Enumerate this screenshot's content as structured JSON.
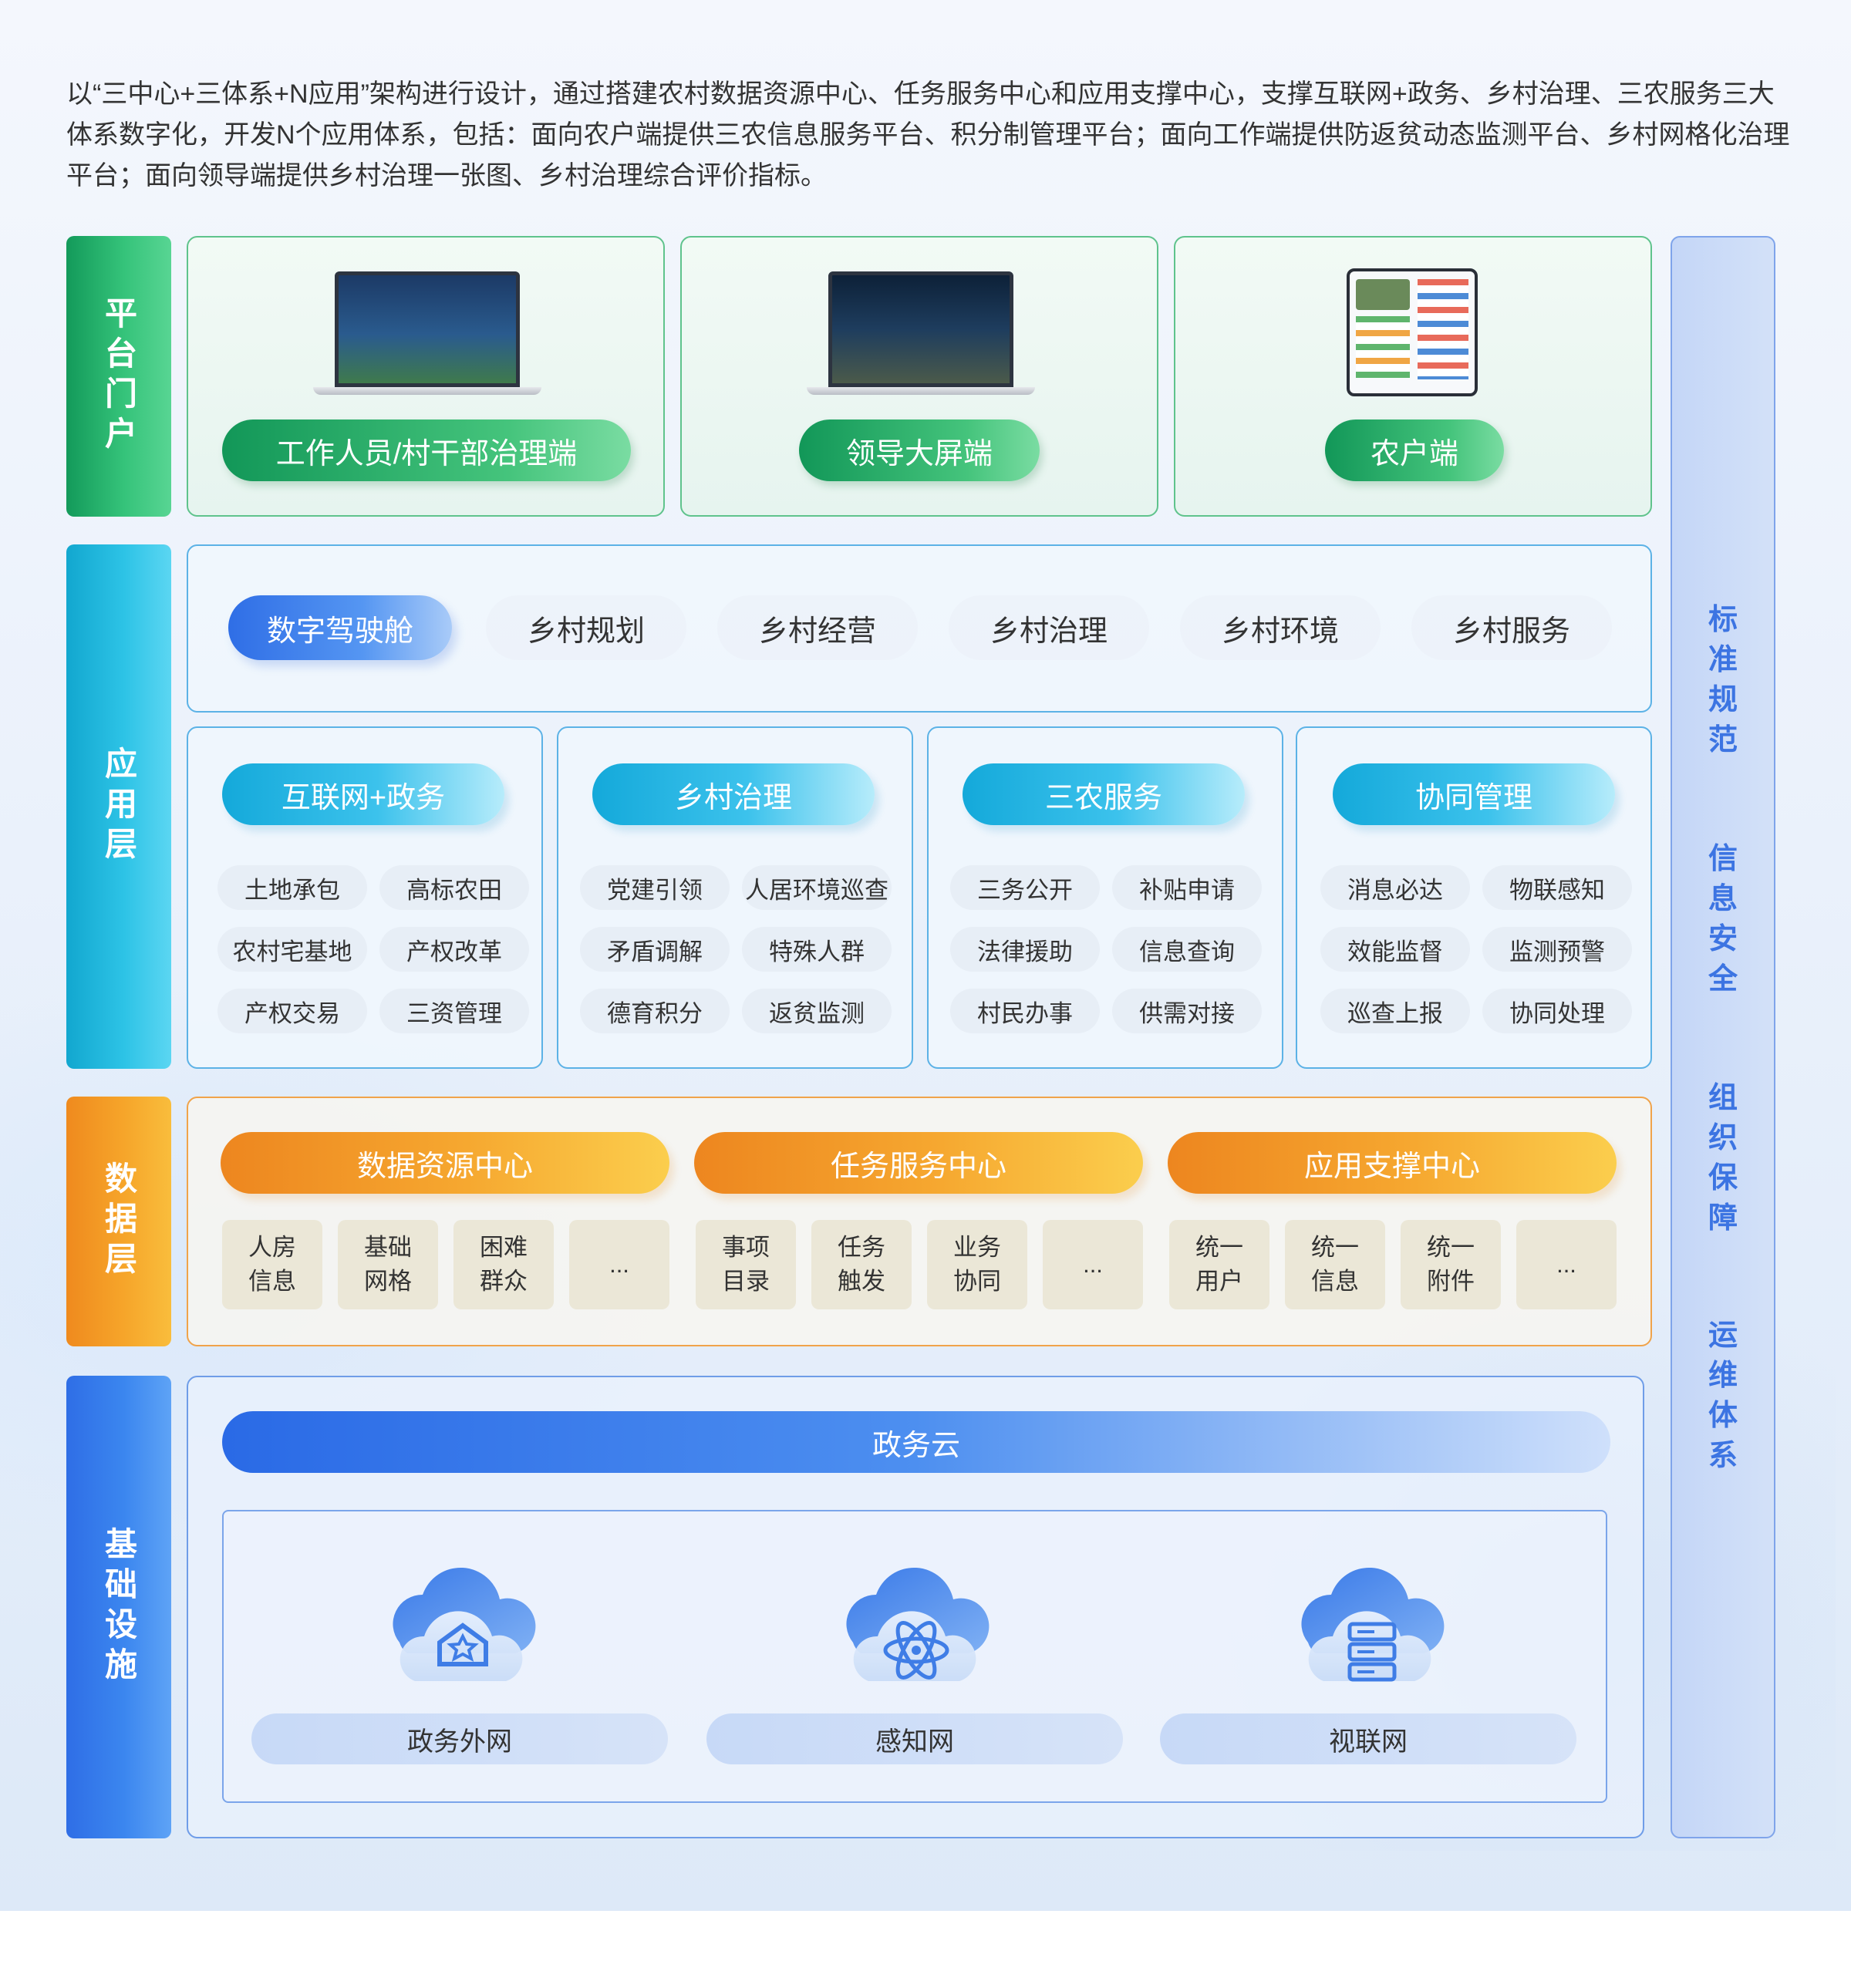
{
  "intro": "以“三中心+三体系+N应用”架构进行设计，通过搭建农村数据资源中心、任务服务中心和应用支撑中心，支撑互联网+政务、乡村治理、三农服务三大体系数字化，开发N个应用体系，包括：面向农户端提供三农信息服务平台、积分制管理平台；面向工作端提供防返贫动态监测平台、乡村网格化治理平台；面向领导端提供乡村治理一张图、乡村治理综合评价指标。",
  "layers": {
    "portal": "平台门户",
    "application": "应用层",
    "data": "数据层",
    "infra": "基础设施"
  },
  "right_column": [
    "标准规范",
    "信息安全",
    "组织保障",
    "运维体系"
  ],
  "portals": [
    {
      "label": "工作人员/村干部治理端",
      "device": "laptop-icon"
    },
    {
      "label": "领导大屏端",
      "device": "laptop-icon"
    },
    {
      "label": "农户端",
      "device": "tablet-icon"
    }
  ],
  "nav": [
    "数字驾驶舱",
    "乡村规划",
    "乡村经营",
    "乡村治理",
    "乡村环境",
    "乡村服务"
  ],
  "app_groups": [
    {
      "title": "互联网+政务",
      "items": [
        "土地承包",
        "高标农田",
        "农村宅基地",
        "产权改革",
        "产权交易",
        "三资管理"
      ]
    },
    {
      "title": "乡村治理",
      "items": [
        "党建引领",
        "人居环境巡查",
        "矛盾调解",
        "特殊人群",
        "德育积分",
        "返贫监测"
      ]
    },
    {
      "title": "三农服务",
      "items": [
        "三务公开",
        "补贴申请",
        "法律援助",
        "信息查询",
        "村民办事",
        "供需对接"
      ]
    },
    {
      "title": "协同管理",
      "items": [
        "消息必达",
        "物联感知",
        "效能监督",
        "监测预警",
        "巡查上报",
        "协同处理"
      ]
    }
  ],
  "data_centers": [
    {
      "title": "数据资源中心",
      "items": [
        "人房信息",
        "基础网格",
        "困难群众",
        "..."
      ]
    },
    {
      "title": "任务服务中心",
      "items": [
        "事项目录",
        "任务触发",
        "业务协同",
        "..."
      ]
    },
    {
      "title": "应用支撑中心",
      "items": [
        "统一用户",
        "统一信息",
        "统一附件",
        "..."
      ]
    }
  ],
  "infra": {
    "cloud_bar": "政务云",
    "networks": [
      {
        "label": "政务外网",
        "icon": "house-star-icon"
      },
      {
        "label": "感知网",
        "icon": "atom-icon"
      },
      {
        "label": "视联网",
        "icon": "server-icon"
      }
    ]
  },
  "colors": {
    "green": "#2fb36d",
    "cyan": "#2dc3e6",
    "orange": "#f6a52a",
    "blue": "#3b86ef"
  }
}
